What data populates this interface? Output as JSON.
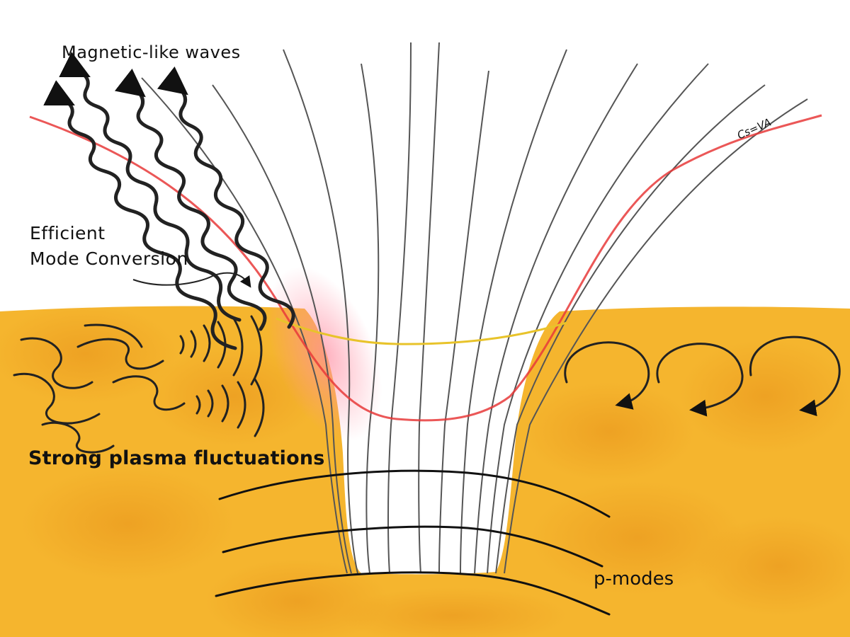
{
  "labels": {
    "magnetic_waves": "Magnetic-like waves",
    "conversion_line1": "Efficient",
    "conversion_line2": "Mode Conversion",
    "plasma": "Strong plasma fluctuations",
    "p_modes": "p-modes",
    "equipartition": "Cs=VA"
  },
  "colors": {
    "plasma_fill": "#f5b52e",
    "plasma_dark": "#e8921a",
    "equipartition_layer": "#e83a3a",
    "photosphere_line": "#e8c32a",
    "conversion_glow": "#ff8fa3",
    "field_lines": "#555555",
    "ink": "#111111"
  }
}
